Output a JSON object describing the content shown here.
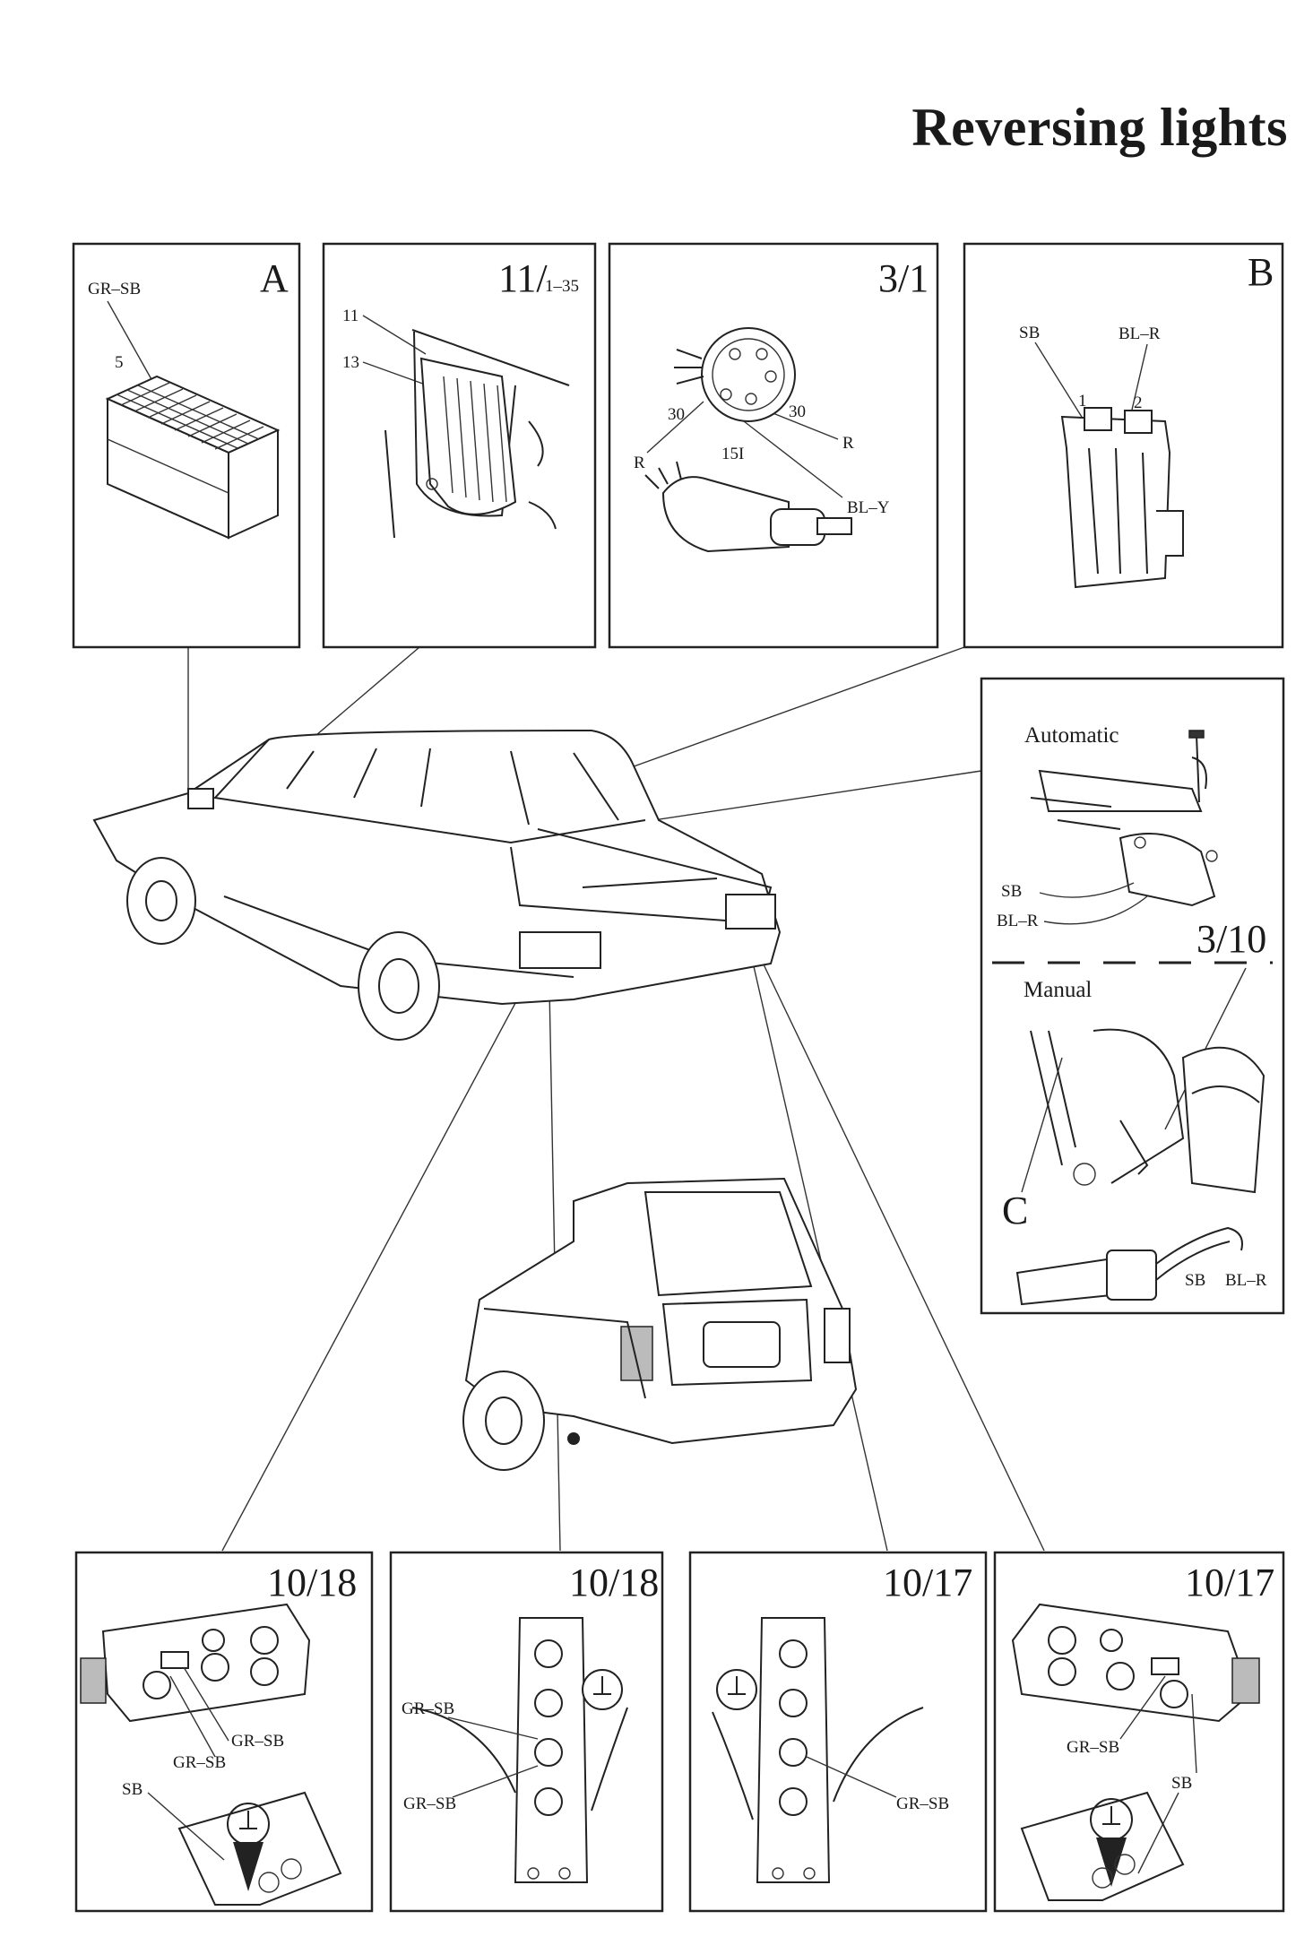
{
  "title": "Reversing lights",
  "panels": {
    "a": {
      "id": "A",
      "wire": "GR–SB",
      "pin": "5"
    },
    "fusebox": {
      "id": "11/",
      "id_sub": "1–35",
      "pin_top": "11",
      "pin_bottom": "13"
    },
    "ignition": {
      "id": "3/1",
      "t30_left": "30",
      "t30_right": "30",
      "r_left": "R",
      "r_right": "R",
      "t15": "15I",
      "bl_y": "BL–Y"
    },
    "b": {
      "id": "B",
      "sb": "SB",
      "bl_r": "BL–R",
      "pin1": "1",
      "pin2": "2"
    },
    "switch": {
      "automatic": "Automatic",
      "auto_sb": "SB",
      "auto_bl_r": "BL–R",
      "id": "3/10",
      "manual": "Manual",
      "c": "C",
      "man_sb": "SB",
      "man_bl_r": "BL–R"
    },
    "lamp_1018_left": {
      "id": "10/18",
      "gr_sb_a": "GR–SB",
      "gr_sb_b": "GR–SB",
      "sb": "SB"
    },
    "lamp_1018_right": {
      "id": "10/18",
      "gr_sb_a": "GR–SB",
      "gr_sb_b": "GR–SB"
    },
    "lamp_1017_left": {
      "id": "10/17",
      "gr_sb": "GR–SB"
    },
    "lamp_1017_right": {
      "id": "10/17",
      "gr_sb": "GR–SB",
      "sb": "SB"
    }
  },
  "icons": [
    "fuse-block-icon",
    "fuse-box-icon",
    "ignition-switch-icon",
    "connector-icon",
    "gear-selector-icon",
    "reverse-switch-icon",
    "tail-lamp-icon",
    "ground-symbol-icon",
    "sedan-car-icon",
    "estate-car-icon"
  ]
}
